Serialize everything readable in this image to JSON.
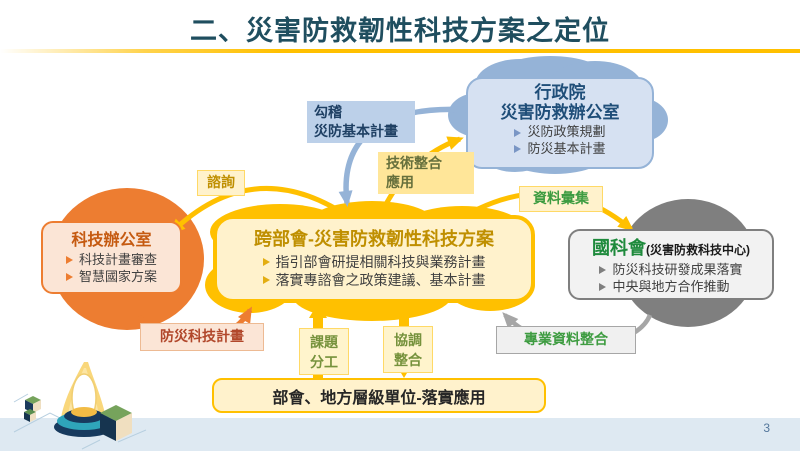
{
  "slide": {
    "title": "二、災害防救韌性科技方案之定位",
    "page_number": "3"
  },
  "nodes": {
    "cabinet": {
      "title_line1": "行政院",
      "title_line2": "災害防救辦公室",
      "bullets": [
        "災防政策規劃",
        "防災基本計畫"
      ]
    },
    "tech_office": {
      "title": "科技辦公室",
      "bullets": [
        "科技計畫審查",
        "智慧國家方案"
      ]
    },
    "program": {
      "title": "跨部會-災害防救韌性科技方案",
      "bullets": [
        "指引部會研提相關科技與業務計畫",
        "落實專諮會之政策建議、基本計畫"
      ]
    },
    "nstc": {
      "title": "國科會",
      "title_suffix": "(災害防救科技中心)",
      "bullets": [
        "防災科技研發成果落實",
        "中央與地方合作推動"
      ]
    },
    "ministries": {
      "title": "部會、地方層級單位-落實應用"
    }
  },
  "arrow_labels": {
    "consult": "諮詢",
    "check": {
      "line1": "勾稽",
      "line2": "災防基本計畫"
    },
    "tech_integration": {
      "line1": "技術整合",
      "line2": "應用"
    },
    "data_collection": "資料彙集",
    "disaster_tech_plan": "防災科技計畫",
    "topic_division": {
      "line1": "課題",
      "line2": "分工"
    },
    "coordination": {
      "line1": "協調",
      "line2": "整合"
    },
    "professional_data_integration": "專業資料整合"
  },
  "colors": {
    "title_teal": "#1F4E5F",
    "accent_gold": "#FFC000",
    "accent_blue": "#95B3D7",
    "accent_orange": "#ED7D31",
    "accent_gray": "#7F7F7F",
    "green_text": "#3E9C41"
  }
}
